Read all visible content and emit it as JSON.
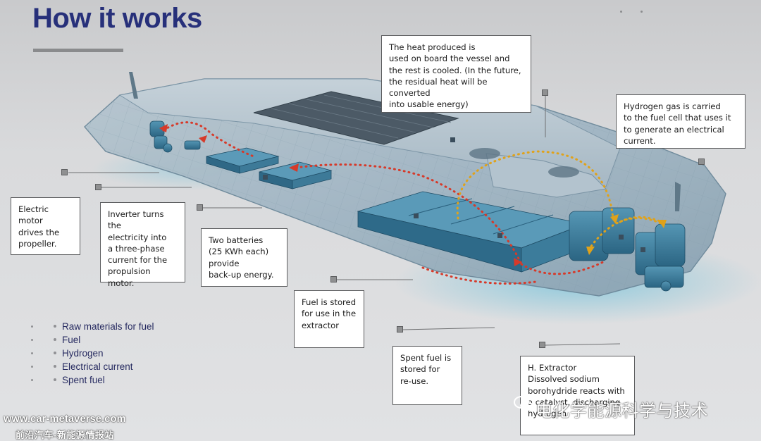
{
  "title": "How it works",
  "callouts": {
    "electric_motor": "Electric\nmotor\ndrives the\npropeller.",
    "inverter": "Inverter turns the\nelectricity into\na three-phase\ncurrent for the\npropulsion\nmotor.",
    "batteries": "Two batteries\n(25 KWh each)\nprovide\nback-up energy.",
    "heat": "The heat produced is\nused on board the vessel and\nthe rest is cooled. (In the future,\nthe residual heat will be converted\ninto usable energy)",
    "hydrogen": "Hydrogen gas is carried\nto the fuel cell that uses it\nto generate an electrical\ncurrent.",
    "fuel_stored": "Fuel is stored\nfor use in the\nextractor",
    "spent_fuel": "Spent fuel is\nstored for\nre-use.",
    "extractor": "H. Extractor\nDissolved sodium\nborohydride reacts with\na catalyst, discharging\nhydrogen."
  },
  "legend": [
    "Raw materials for fuel",
    "Fuel",
    "Hydrogen",
    "Electrical current",
    "Spent fuel"
  ],
  "colors": {
    "title": "#27307a",
    "hull": "#9fb4c2",
    "equipment": "#3f7f9e",
    "equipment_dark": "#2b5f7a",
    "electric_arrow": "#d63a2a",
    "hydrogen_arrow": "#e0a21a",
    "legend_text": "#262a60"
  },
  "watermark": {
    "url": "www.car-metaverse.com",
    "subtitle": "前沿汽车-新能源情报站",
    "channel": "电化学能源科学与技术"
  }
}
